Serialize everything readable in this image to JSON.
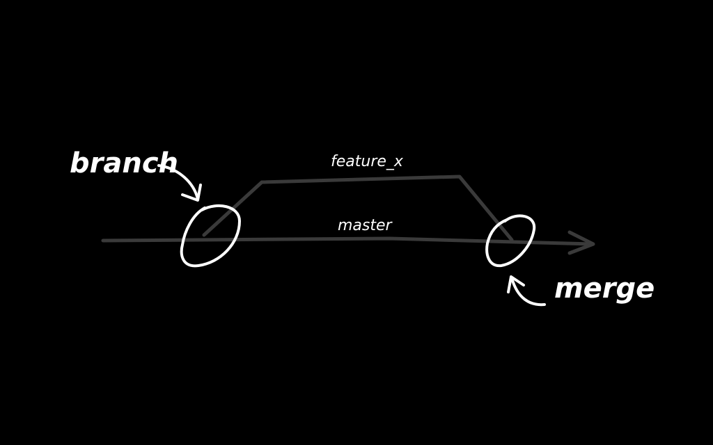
{
  "diagram": {
    "labels": {
      "branch": "branch",
      "feature": "feature_x",
      "master": "master",
      "merge": "merge"
    },
    "colors": {
      "background": "#000000",
      "line": "#3a3a3a",
      "annotation": "#ffffff"
    },
    "icons": {
      "branch_marker": "circle-icon",
      "merge_marker": "circle-icon",
      "branch_pointer": "curved-arrow-icon",
      "merge_pointer": "curved-arrow-icon",
      "master_arrowhead": "arrowhead-icon"
    }
  }
}
